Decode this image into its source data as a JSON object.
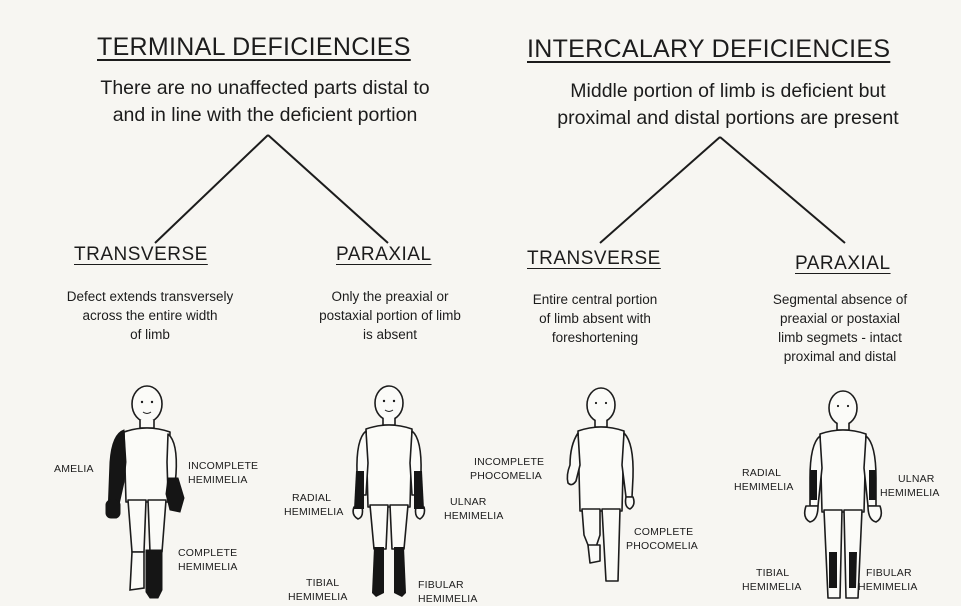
{
  "terminal": {
    "title": "TERMINAL DEFICIENCIES",
    "desc_line1": "There are no unaffected parts distal to",
    "desc_line2": "and in line with the deficient portion"
  },
  "intercalary": {
    "title": "INTERCALARY DEFICIENCIES",
    "desc_line1": "Middle portion of limb is deficient but",
    "desc_line2": "proximal and distal portions are present"
  },
  "branches": {
    "term_transverse": {
      "title": "TRANSVERSE",
      "lines": [
        "Defect extends transversely",
        "across the entire width",
        "of limb"
      ]
    },
    "term_paraxial": {
      "title": "PARAXIAL",
      "lines": [
        "Only the preaxial or",
        "postaxial portion of limb",
        "is absent"
      ]
    },
    "inter_transverse": {
      "title": "TRANSVERSE",
      "lines": [
        "Entire central portion",
        "of limb absent with",
        "foreshortening"
      ]
    },
    "inter_paraxial": {
      "title": "PARAXIAL",
      "lines": [
        "Segmental absence of",
        "preaxial or postaxial",
        "limb segmets - intact",
        "proximal and distal"
      ]
    }
  },
  "labels": {
    "amelia": "AMELIA",
    "incomplete_hemimelia": [
      "INCOMPLETE",
      "HEMIMELIA"
    ],
    "complete_hemimelia": [
      "COMPLETE",
      "HEMIMELIA"
    ],
    "radial_hemimelia_1": [
      "RADIAL",
      "HEMIMELIA"
    ],
    "ulnar_hemimelia_1": [
      "ULNAR",
      "HEMIMELIA"
    ],
    "tibial_hemimelia_1": [
      "TIBIAL",
      "HEMIMELIA"
    ],
    "fibular_hemimelia_1": [
      "FIBULAR",
      "HEMIMELIA"
    ],
    "incomplete_phocomelia": [
      "INCOMPLETE",
      "PHOCOMELIA"
    ],
    "complete_phocomelia": [
      "COMPLETE",
      "PHOCOMELIA"
    ],
    "radial_hemimelia_2": [
      "RADIAL",
      "HEMIMELIA"
    ],
    "ulnar_hemimelia_2": [
      "ULNAR",
      "HEMIMELIA"
    ],
    "tibial_hemimelia_2": [
      "TIBIAL",
      "HEMIMELIA"
    ],
    "fibular_hemimelia_2": [
      "FIBULAR",
      "HEMIMELIA"
    ]
  },
  "colors": {
    "ink": "#1c1c1c",
    "paper": "#f7f6f2",
    "figure_fill": "#fbfbf8",
    "affected": "#151515"
  }
}
